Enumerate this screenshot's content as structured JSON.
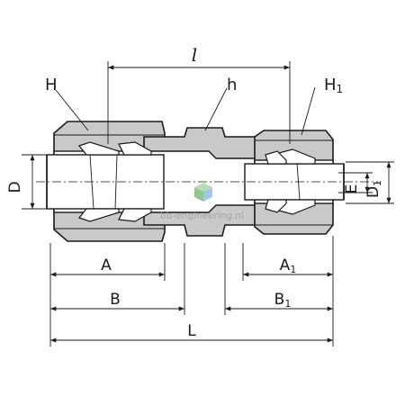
{
  "labels": {
    "nut_left": "H",
    "body_hex": "h",
    "nut_right": "H",
    "nut_right_sub": "1",
    "length_l": "l",
    "tube_d": "D",
    "bore_e": "E",
    "tube_d1": "D",
    "tube_d1_sub": "1",
    "dim_a": "A",
    "dim_a1": "A",
    "dim_a1_sub": "1",
    "dim_b": "B",
    "dim_b1": "B",
    "dim_b1_sub": "1",
    "dim_total": "L"
  },
  "watermark": {
    "text": "bb-engineering.nl",
    "icon": "cube-logo-icon"
  },
  "colors": {
    "metal": "#c9c9c9",
    "line": "#1a1a1a",
    "watermark_green": "#6fb36a",
    "watermark_blue": "#7fb6d9"
  }
}
